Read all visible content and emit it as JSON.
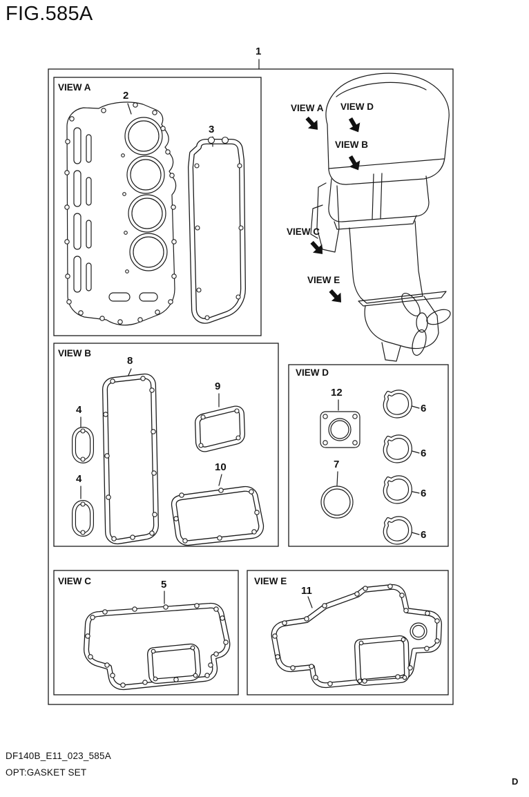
{
  "page": {
    "title": "FIG.585A",
    "footer_code": "DF140B_E11_023_585A",
    "footer_caption": "OPT:GASKET SET",
    "page_marker": "D",
    "colors": {
      "line": "#1a1a1a",
      "background": "#ffffff"
    }
  },
  "frames": {
    "view_a": "VIEW A",
    "view_b": "VIEW B",
    "view_c": "VIEW C",
    "view_d": "VIEW D",
    "view_e": "VIEW E"
  },
  "motor_callouts": {
    "view_a": "VIEW A",
    "view_b": "VIEW B",
    "view_c": "VIEW C",
    "view_d": "VIEW D",
    "view_e": "VIEW E"
  },
  "part_numbers": {
    "n1": "1",
    "n2": "2",
    "n3": "3",
    "n4a": "4",
    "n4b": "4",
    "n5": "5",
    "n6a": "6",
    "n6b": "6",
    "n6c": "6",
    "n6d": "6",
    "n7": "7",
    "n8": "8",
    "n9": "9",
    "n10": "10",
    "n11": "11",
    "n12": "12"
  }
}
